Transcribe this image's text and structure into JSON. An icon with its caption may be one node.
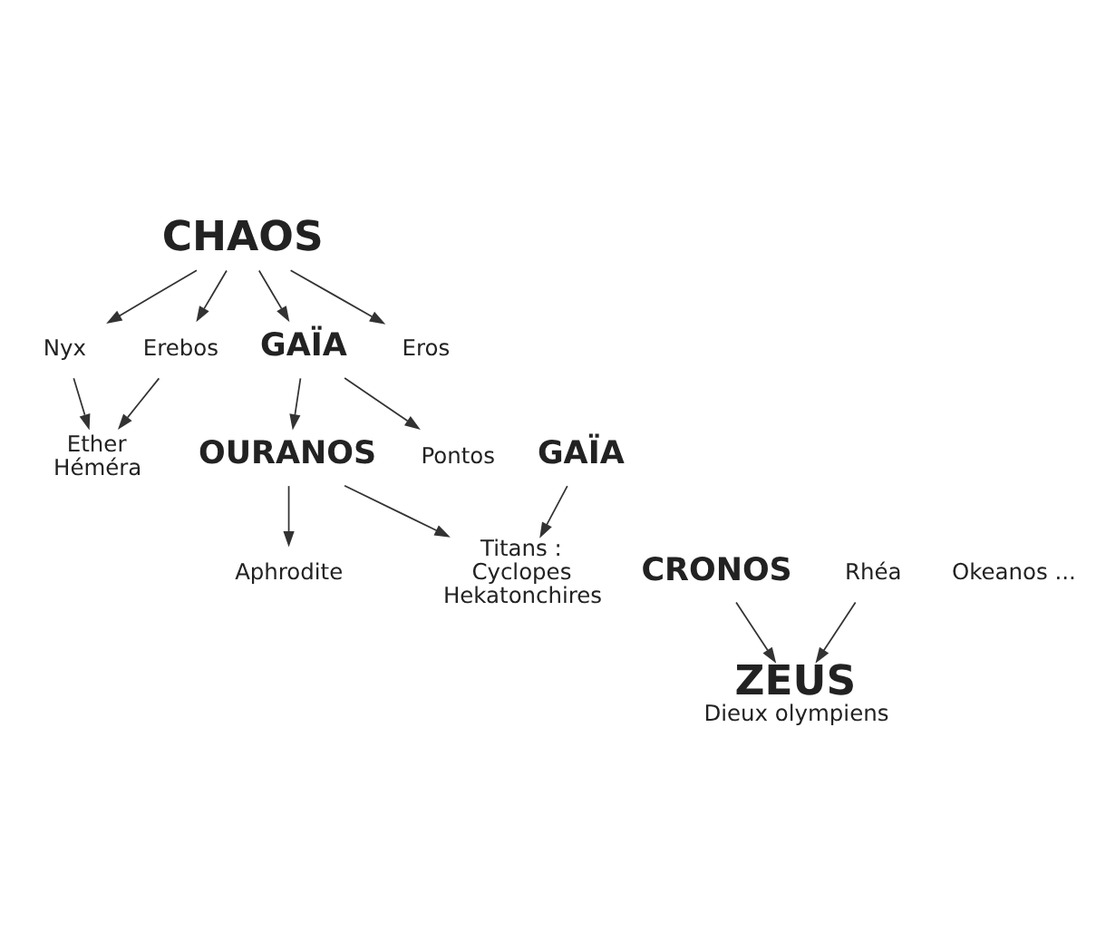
{
  "diagram": {
    "nodes": [
      {
        "text": [
          "CHAOS"
        ]
      },
      {
        "text": [
          "Nyx"
        ]
      },
      {
        "text": [
          "Erebos"
        ]
      },
      {
        "text": [
          "GAÏA"
        ]
      },
      {
        "text": [
          "Eros"
        ]
      },
      {
        "text": [
          "Ether",
          "Héméra"
        ]
      },
      {
        "text": [
          "OURANOS"
        ]
      },
      {
        "text": [
          "GAÏA"
        ]
      },
      {
        "text": [
          "Pontos"
        ]
      },
      {
        "text": [
          "Aphrodite"
        ]
      },
      {
        "text": [
          "Titans :",
          "Cyclopes",
          "Hekatonchires"
        ]
      },
      {
        "text": [
          "CRONOS"
        ]
      },
      {
        "text": [
          "Rhéa"
        ]
      },
      {
        "text": [
          "ZEUS",
          "Dieux olympiens"
        ]
      }
    ],
    "edges": [
      {
        "from": 0,
        "to": 1,
        "arrow": "to"
      },
      {
        "from": 0,
        "to": 2,
        "arrow": "to"
      },
      {
        "from": 0,
        "to": 3,
        "arrow": "to"
      },
      {
        "from": 0,
        "to": 4,
        "arrow": "to"
      },
      {
        "from": 1,
        "to": 5,
        "arrow": "to"
      },
      {
        "from": 2,
        "to": 5,
        "arrow": "to"
      },
      {
        "from": 3,
        "to": 6,
        "arrow": "to"
      },
      {
        "from": 3,
        "to": 8,
        "arrow": "to"
      },
      {
        "from": 6,
        "to": 9,
        "arrow": "to"
      },
      {
        "from": 6,
        "to": 10,
        "arrow": "to"
      },
      {
        "from": 7,
        "to": 10,
        "arrow": "to"
      },
      {
        "from": 11,
        "to": 13,
        "arrow": "to"
      },
      {
        "from": 12,
        "to": 13,
        "arrow": "to"
      }
    ],
    "labels": [
      "Okeanos ..."
    ]
  }
}
